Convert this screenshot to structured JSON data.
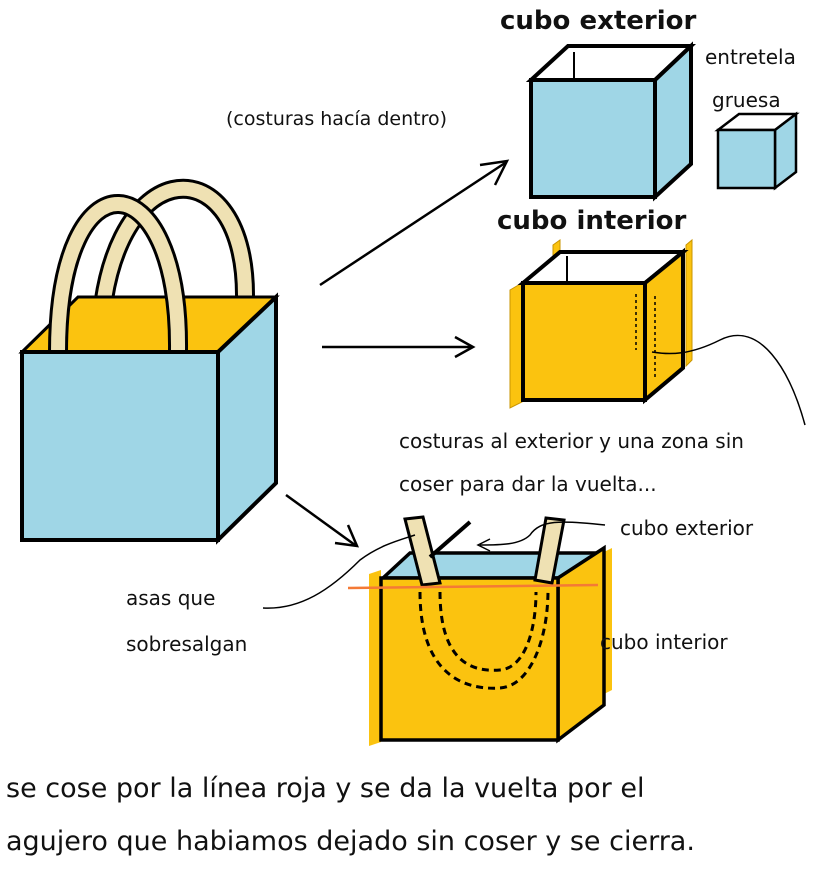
{
  "labels": {
    "outer_cube_title": "cubo exterior",
    "interfacing_line1": "entretela",
    "interfacing_line2": "gruesa",
    "seams_inside": "(costuras hacía dentro)",
    "inner_cube_title": "cubo interior",
    "seams_outside_line1": "costuras al exterior y una zona sin",
    "seams_outside_line2": "coser para dar la vuelta...",
    "bottom_outer_label": "cubo exterior",
    "bottom_inner_label": "cubo interior",
    "handles_line1": "asas que",
    "handles_line2": "sobresalgan"
  },
  "caption": {
    "line1": "se cose por la línea roja y se da la vuelta por el",
    "line2": "agujero que habiamos dejado sin coser y se cierra."
  },
  "colors": {
    "light_blue": "#9fd6e6",
    "golden_yellow": "#fbc30f",
    "handle_beige": "#efe1b3",
    "seam_red": "#f47a36",
    "outline": "#000000"
  }
}
